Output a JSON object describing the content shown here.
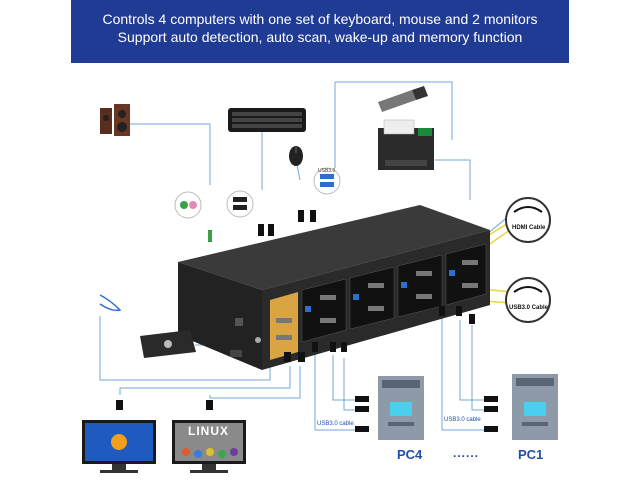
{
  "banner": {
    "line1": "Controls 4 computers with one set of keyboard, mouse and 2 monitors",
    "line2": "Support auto detection, auto scan, wake-up and memory function"
  },
  "callouts": {
    "hdmi_cable": "HDMI Cable",
    "usb3_cable": "USB3.0 Cable"
  },
  "cable_labels": {
    "left": "USB3.0 cable",
    "right": "USB3.0 cable"
  },
  "pcs": {
    "left": "PC4",
    "right": "PC1",
    "ellipsis": "......"
  },
  "monitors": {
    "right_screen_text": "LINUX"
  },
  "device_marks": {
    "usb_badge": "USB3.0"
  },
  "colors": {
    "banner": "#1f3b93",
    "cable_blue": "#6fa8d8",
    "callout_yellow": "#f2d23c",
    "box_body": "#2a2a2a",
    "port_gold": "#d9a441"
  }
}
